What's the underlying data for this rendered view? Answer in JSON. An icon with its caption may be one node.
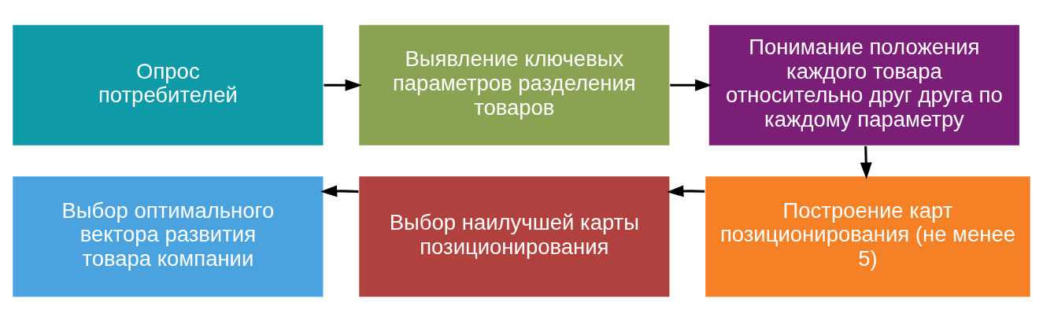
{
  "diagram": {
    "nodes": [
      {
        "text": [
          "Опрос потребителей"
        ]
      },
      {
        "text": [
          "Выявление ключевых параметров разделения товаров"
        ]
      },
      {
        "text": [
          "Понимание положения каждого товара относительно друг друга по каждому параметру"
        ]
      },
      {
        "text": [
          "Построение карт позиционирования (не менее 5)"
        ]
      },
      {
        "text": [
          "Выбор наилучшей карты позиционирования"
        ]
      },
      {
        "text": [
          "Выбор оптимального вектора развития товара компании"
        ]
      }
    ],
    "edges": [
      {
        "from": 0,
        "to": 1,
        "arrow": "to"
      },
      {
        "from": 1,
        "to": 2,
        "arrow": "to"
      },
      {
        "from": 2,
        "to": 3,
        "arrow": "to"
      },
      {
        "from": 3,
        "to": 4,
        "arrow": "to"
      },
      {
        "from": 4,
        "to": 5,
        "arrow": "to"
      }
    ]
  }
}
